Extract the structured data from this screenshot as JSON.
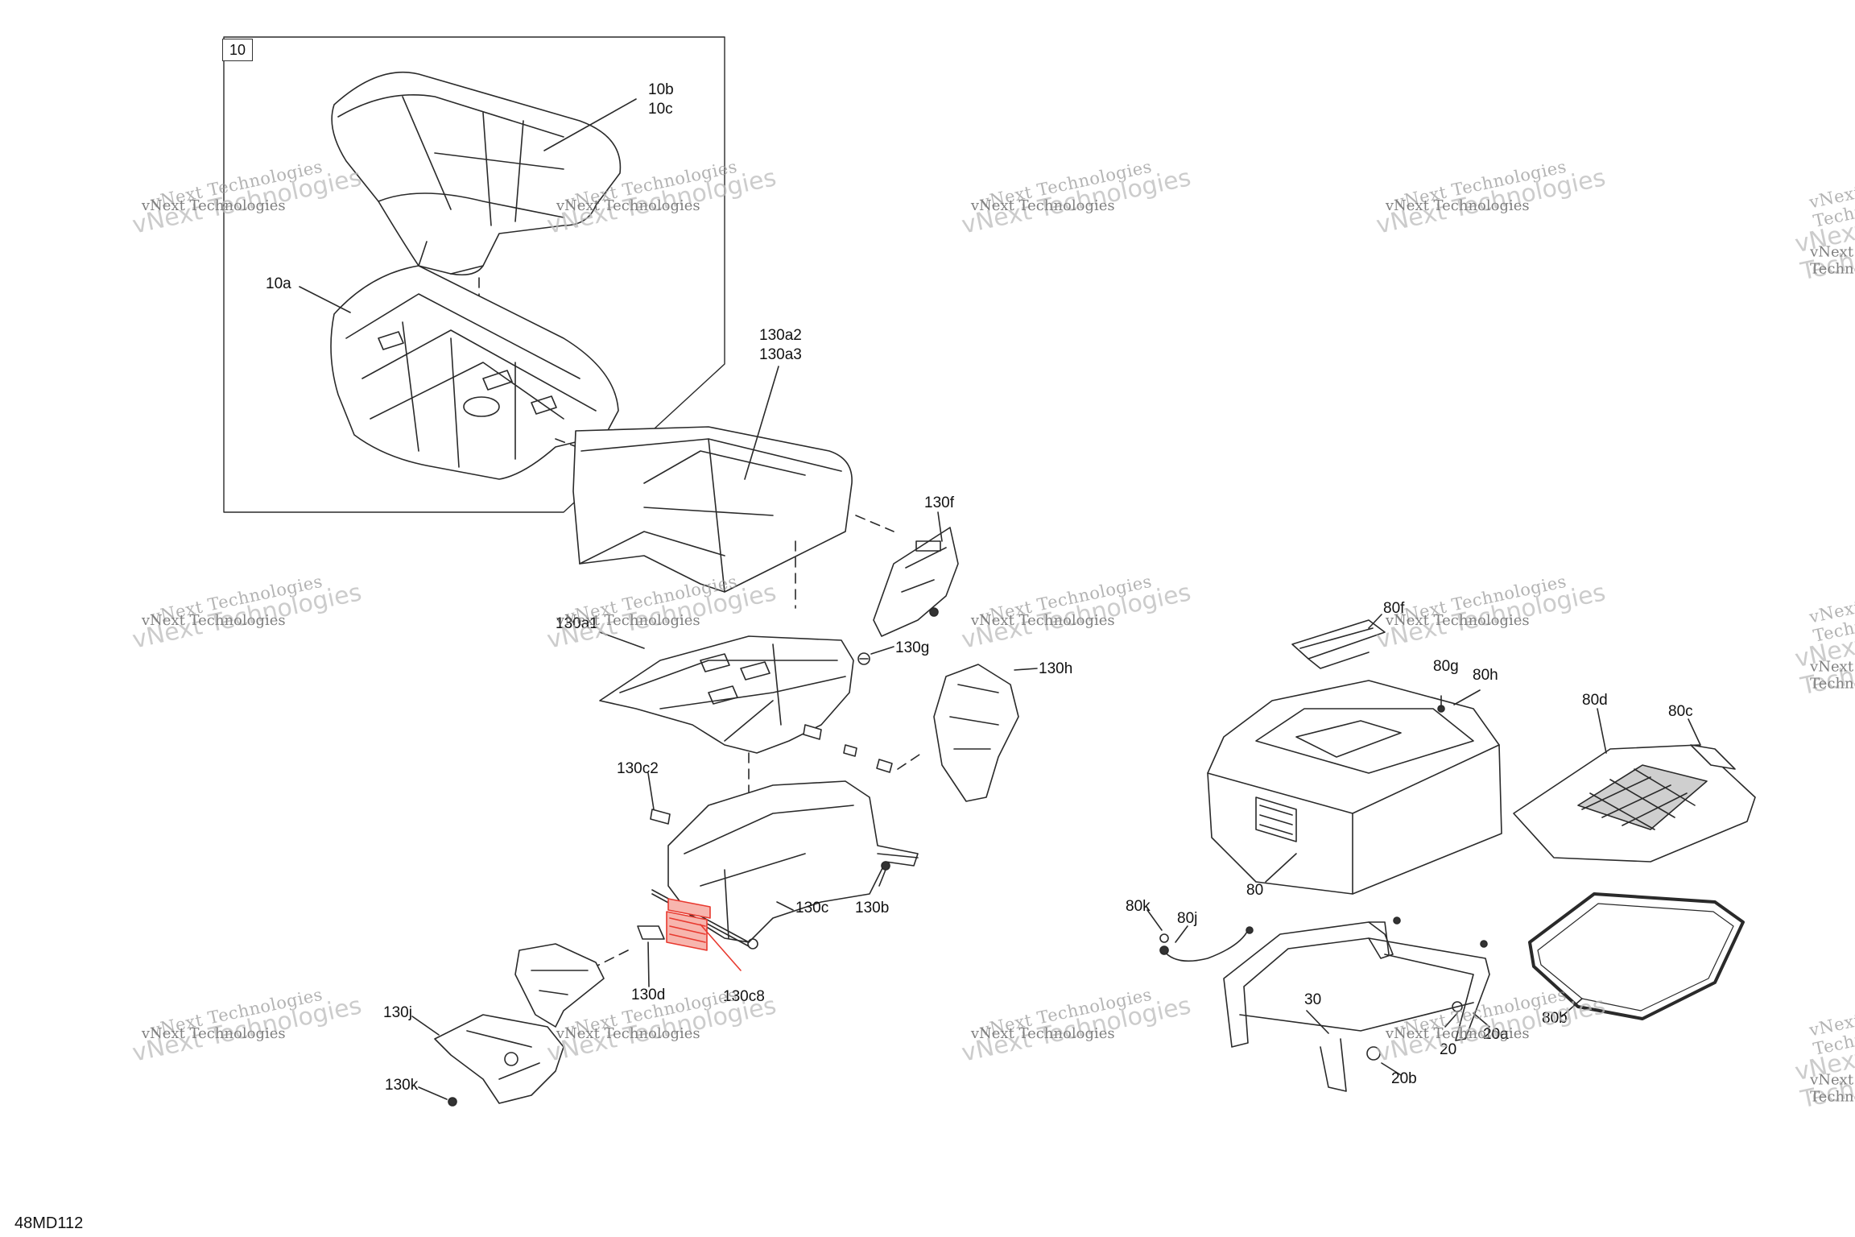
{
  "diagram": {
    "code": "48MD112",
    "inset_label": "10",
    "watermark": "vNext Technologies",
    "highlight_color": "#e8392f",
    "line_color": "#2a2a2a"
  },
  "callouts": [
    {
      "id": "10b",
      "text": "10b"
    },
    {
      "id": "10c",
      "text": "10c"
    },
    {
      "id": "10a",
      "text": "10a"
    },
    {
      "id": "130a2",
      "text": "130a2"
    },
    {
      "id": "130a3",
      "text": "130a3"
    },
    {
      "id": "130f",
      "text": "130f"
    },
    {
      "id": "130a1",
      "text": "130a1"
    },
    {
      "id": "130g",
      "text": "130g"
    },
    {
      "id": "130h",
      "text": "130h"
    },
    {
      "id": "130c2",
      "text": "130c2"
    },
    {
      "id": "130c",
      "text": "130c"
    },
    {
      "id": "130b",
      "text": "130b"
    },
    {
      "id": "130d",
      "text": "130d"
    },
    {
      "id": "130c8",
      "text": "130c8"
    },
    {
      "id": "130j",
      "text": "130j"
    },
    {
      "id": "130k",
      "text": "130k"
    },
    {
      "id": "80f",
      "text": "80f"
    },
    {
      "id": "80g",
      "text": "80g"
    },
    {
      "id": "80h",
      "text": "80h"
    },
    {
      "id": "80d",
      "text": "80d"
    },
    {
      "id": "80c",
      "text": "80c"
    },
    {
      "id": "80",
      "text": "80"
    },
    {
      "id": "80k",
      "text": "80k"
    },
    {
      "id": "80j",
      "text": "80j"
    },
    {
      "id": "80b",
      "text": "80b"
    },
    {
      "id": "30",
      "text": "30"
    },
    {
      "id": "20",
      "text": "20"
    },
    {
      "id": "20a",
      "text": "20a"
    },
    {
      "id": "20b",
      "text": "20b"
    }
  ]
}
